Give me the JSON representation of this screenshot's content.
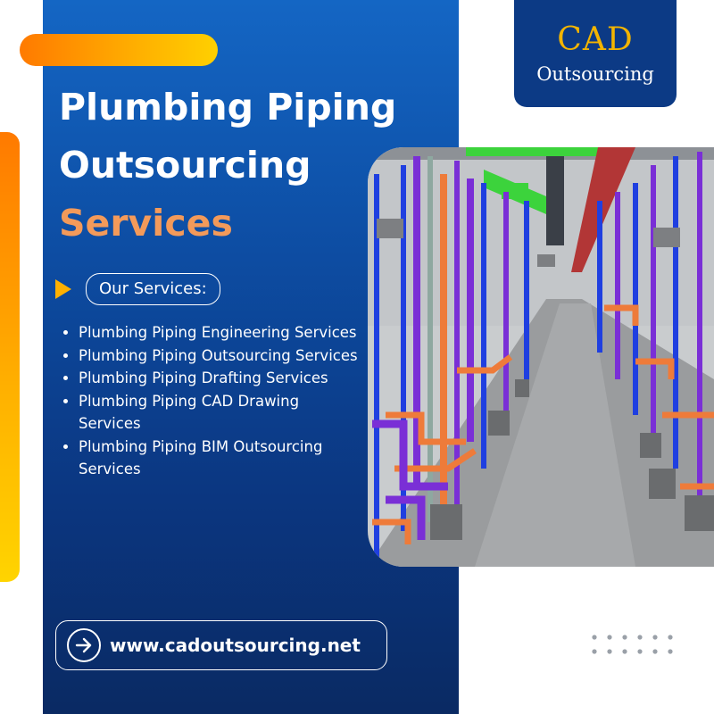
{
  "logo": {
    "main": "CAD",
    "sub": "Outsourcing"
  },
  "headline": {
    "line1": "Plumbing Piping",
    "line2": "Outsourcing",
    "line3": "Services"
  },
  "services_label": "Our Services:",
  "services": [
    "Plumbing Piping Engineering Services",
    "Plumbing Piping Outsourcing Services",
    "Plumbing Piping Drafting Services",
    "Plumbing Piping CAD Drawing Services",
    "Plumbing Piping BIM Outsourcing Services"
  ],
  "website": "www.cadoutsourcing.net",
  "icons": {
    "cta": "arrow-right-icon",
    "bullet": "play-triangle-icon"
  },
  "colors": {
    "brand_blue": "#0d4da3",
    "accent_orange": "#f39a5a",
    "logo_gold": "#f2b400",
    "pipe_purple": "#7a2fd6",
    "pipe_blue": "#1f3fe0",
    "pipe_orange": "#ee7b3a",
    "duct_green": "#3cd33c"
  }
}
